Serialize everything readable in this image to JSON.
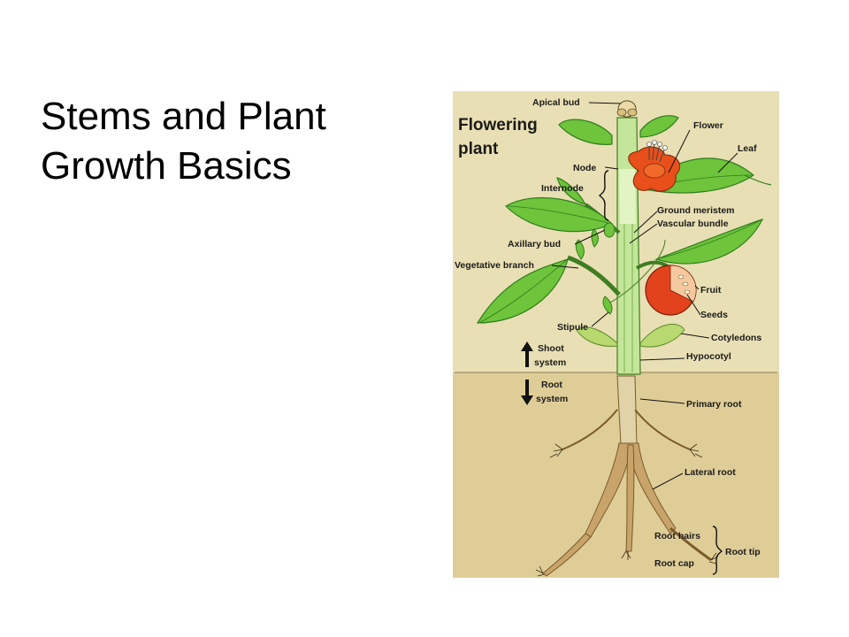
{
  "slide": {
    "title_line1": "Stems and Plant",
    "title_line2": "Growth Basics"
  },
  "figure": {
    "heading_line1": "Flowering",
    "heading_line2": "plant",
    "labels": {
      "apical_bud": "Apical bud",
      "flower": "Flower",
      "leaf": "Leaf",
      "node": "Node",
      "internode": "Internode",
      "ground_meristem": "Ground meristem",
      "vascular_bundle": "Vascular bundle",
      "axillary_bud": "Axillary bud",
      "vegetative_branch": "Vegetative branch",
      "fruit": "Fruit",
      "seeds": "Seeds",
      "stipule": "Stipule",
      "cotyledons": "Cotyledons",
      "shoot_line1": "Shoot",
      "shoot_line2": "system",
      "hypocotyl": "Hypocotyl",
      "root_line1": "Root",
      "root_line2": "system",
      "primary_root": "Primary root",
      "lateral_root": "Lateral root",
      "root_hairs": "Root hairs",
      "root_cap": "Root cap",
      "root_tip": "Root tip"
    },
    "colors": {
      "background": "#e9dfb4",
      "soil": "#d9c690",
      "leaf": "#6ec43a",
      "leaf_dark": "#2f7d1e",
      "stem": "#c4e69a",
      "flower": "#e84f1a",
      "fruit": "#e2431c",
      "root": "#c9a46a"
    }
  }
}
